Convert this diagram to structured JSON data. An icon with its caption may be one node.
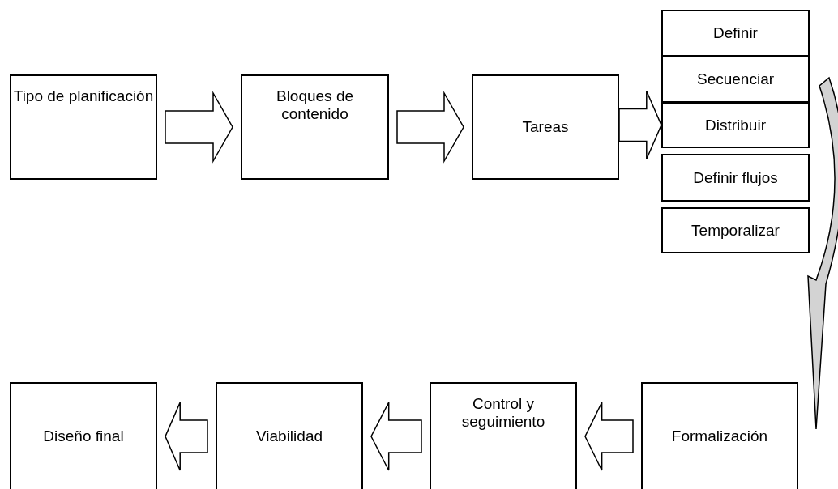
{
  "diagram": {
    "nodes": [
      {
        "text": [
          "Tipo de planificación"
        ]
      },
      {
        "text": [
          "Bloques de contenido"
        ]
      },
      {
        "text": [
          "Tareas"
        ]
      },
      {
        "text": [
          "Definir"
        ]
      },
      {
        "text": [
          "Secuenciar"
        ]
      },
      {
        "text": [
          "Distribuir"
        ]
      },
      {
        "text": [
          "Definir flujos"
        ]
      },
      {
        "text": [
          "Temporalizar"
        ]
      },
      {
        "text": [
          "Diseño final"
        ]
      },
      {
        "text": [
          "Viabilidad"
        ]
      },
      {
        "text": [
          "Control y seguimiento"
        ]
      },
      {
        "text": [
          "Formalización"
        ]
      }
    ],
    "edges": [
      {
        "from": 0,
        "to": 1,
        "arrow": "to"
      },
      {
        "from": 1,
        "to": 2,
        "arrow": "to"
      },
      {
        "from": 2,
        "to": 5,
        "arrow": "to"
      },
      {
        "from": 5,
        "to": 11,
        "arrow": "to",
        "color": "#d3d3d3"
      },
      {
        "from": 11,
        "to": 10,
        "arrow": "to"
      },
      {
        "from": 10,
        "to": 9,
        "arrow": "to"
      },
      {
        "from": 9,
        "to": 8,
        "arrow": "to"
      }
    ]
  }
}
